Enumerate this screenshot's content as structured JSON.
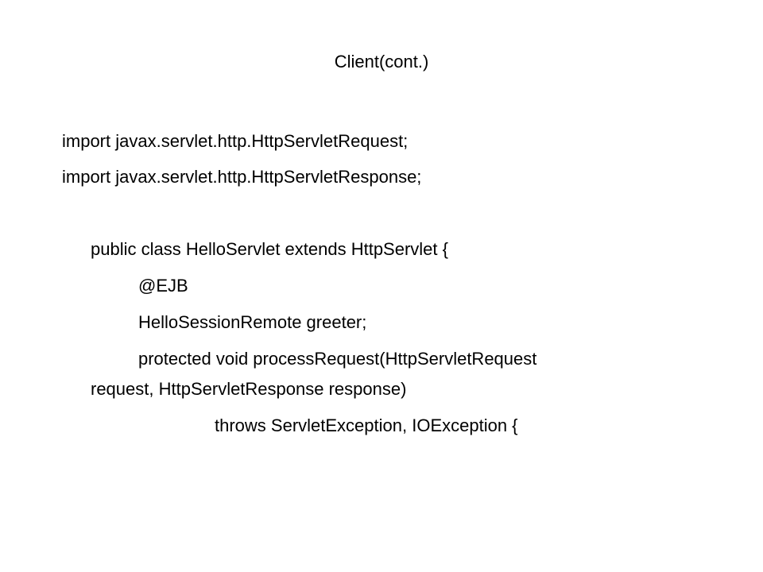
{
  "slide": {
    "title": "Client(cont.)",
    "code_lines": [
      "import javax.servlet.http.HttpServletRequest;",
      "import javax.servlet.http.HttpServletResponse;",
      "public class HelloServlet extends HttpServlet {",
      "@EJB",
      "HelloSessionRemote greeter;",
      "protected void processRequest(HttpServletRequest",
      "request,  HttpServletResponse response)",
      "throws ServletException, IOException {"
    ]
  }
}
